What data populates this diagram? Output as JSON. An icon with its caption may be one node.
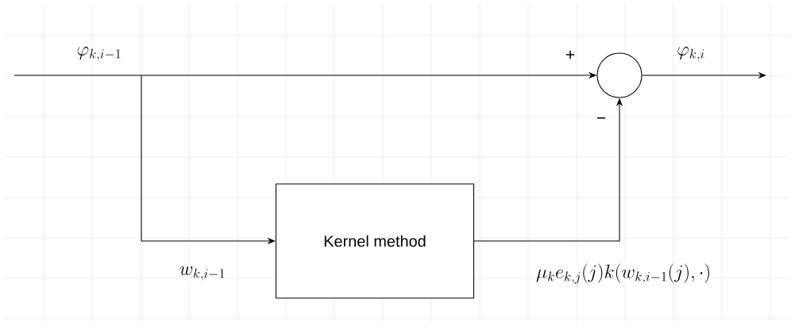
{
  "diagram": {
    "nodes": [
      {
        "text": [],
        "shape": "circle"
      },
      {
        "text": [
          "Kernel method"
        ]
      }
    ],
    "edges": [
      {
        "from": null,
        "to": 0,
        "arrow": "to",
        "label": "\\varphi_{k,i-1}"
      },
      {
        "from": null,
        "to": 1,
        "arrow": "to",
        "label": "w_{k,i-1}"
      },
      {
        "from": 1,
        "to": 0,
        "arrow": "to",
        "label": "\\mu_k e_{k,j}(j) k(w_{k,i-1}(j),\\cdot)"
      },
      {
        "from": 0,
        "to": null,
        "arrow": "to",
        "label": "\\varphi_{k,i}"
      }
    ],
    "labels": [
      "+",
      "−"
    ]
  }
}
